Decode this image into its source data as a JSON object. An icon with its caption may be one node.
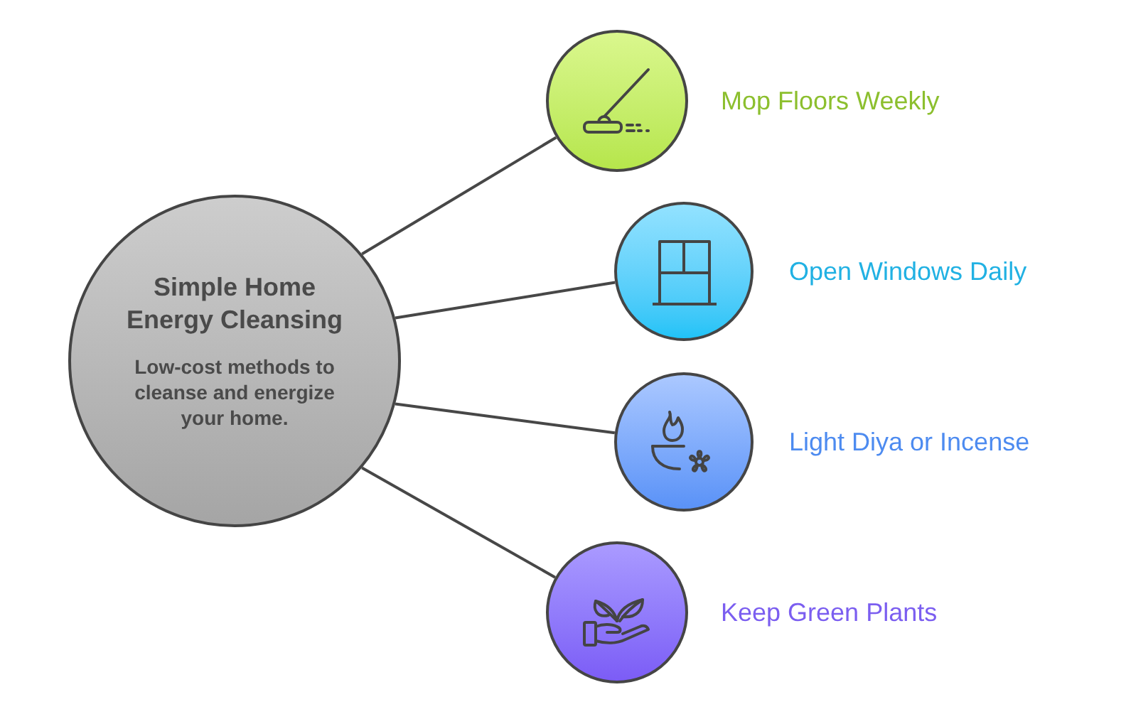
{
  "diagram": {
    "nodes": [
      {
        "text": [
          "Simple Home Energy Cleansing",
          "Low-cost methods to cleanse and energize your home."
        ]
      },
      {
        "text": [],
        "shape": "circle",
        "beside": [
          "Mop Floors Weekly"
        ]
      },
      {
        "text": [],
        "shape": "circle",
        "beside": [
          "Open Windows Daily"
        ]
      },
      {
        "text": [],
        "shape": "circle",
        "beside": [
          "Light Diya or Incense"
        ]
      },
      {
        "text": [],
        "shape": "circle",
        "beside": [
          "Keep Green Plants"
        ]
      }
    ],
    "edges": [
      {
        "from": 0,
        "to": 1,
        "arrow": "none"
      },
      {
        "from": 0,
        "to": 2,
        "arrow": "none"
      },
      {
        "from": 0,
        "to": 3,
        "arrow": "none"
      },
      {
        "from": 0,
        "to": 4,
        "arrow": "none"
      }
    ]
  }
}
